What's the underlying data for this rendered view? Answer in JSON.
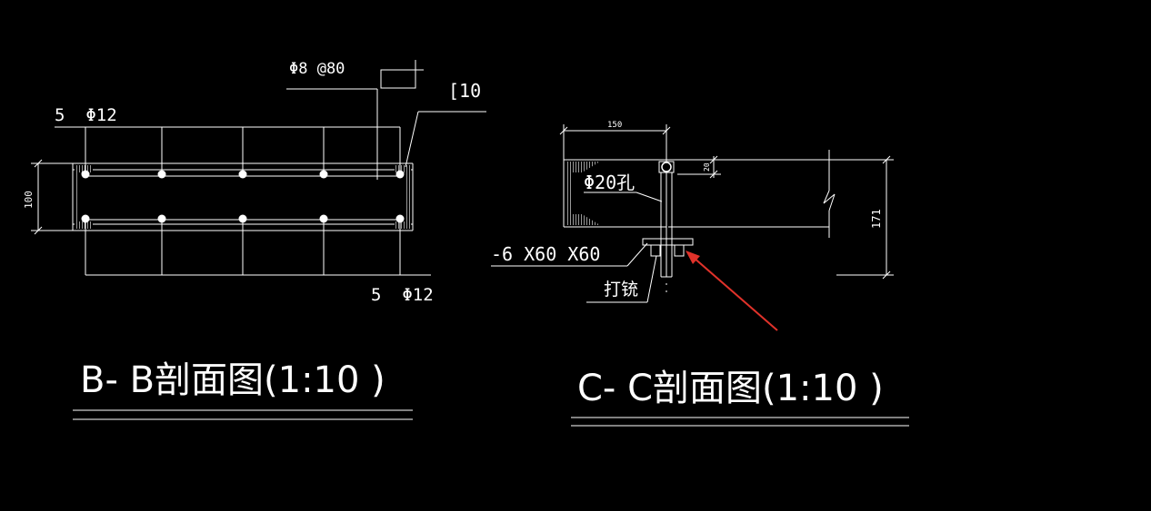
{
  "colors": {
    "background": "#000000",
    "lines": "#ffffff",
    "arrow": "#e0322a"
  },
  "section_bb": {
    "title": "B- B剖面图(1:10 )",
    "label_top_bars": "5  Φ12",
    "label_bottom_bars": "5  Φ12",
    "label_stirrup": "Φ8 @80",
    "label_channel": "[10",
    "dim_height": "100"
  },
  "section_cc": {
    "title": "C- C剖面图(1:10 )",
    "dim_width": "150",
    "dim_offset": "20",
    "dim_height": "171",
    "label_hole": "Φ20孔",
    "label_plate": "-6 X60 X60",
    "label_weld": "打铳"
  }
}
